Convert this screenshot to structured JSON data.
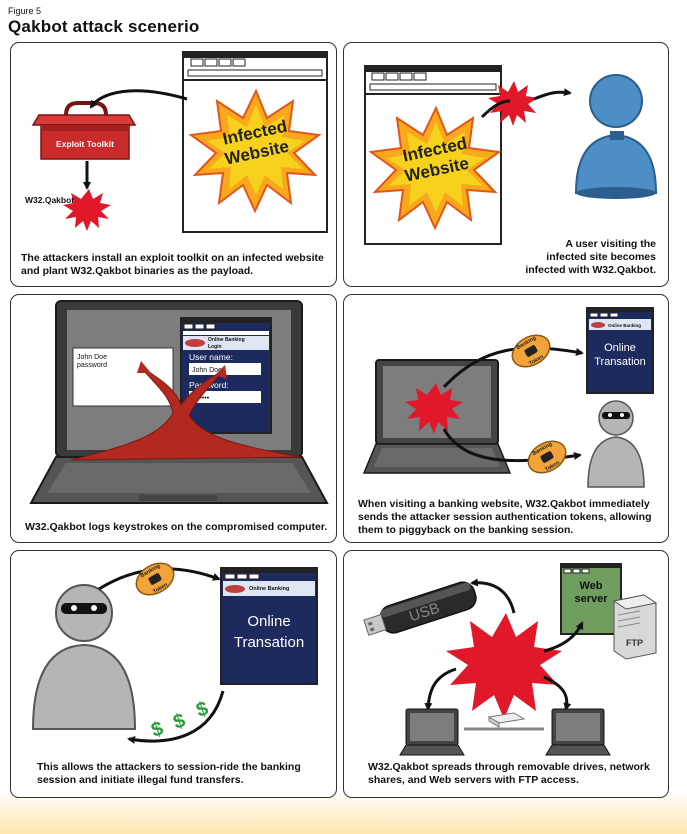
{
  "figure_label": "Figure 5",
  "title": "Qakbot attack scenerio",
  "colors": {
    "threat_red": "#e0182a",
    "toolkit_red": "#c92a2a",
    "user_blue": "#4d8ec6",
    "attacker_gray": "#b5b5b5",
    "navy": "#1d2a5e",
    "token_orange": "#f2a33a",
    "dollar_green": "#2f9a3c",
    "burst_yellow": "#f7d21c"
  },
  "panel1": {
    "burst_line1": "Infected",
    "burst_line2": "Website",
    "toolkit_label": "Exploit Toolkit",
    "malware_label": "W32.Qakbot",
    "caption_line1": "The attackers install an exploit toolkit on an infected website",
    "caption_line2": "and plant W32.Qakbot binaries as the payload."
  },
  "panel2": {
    "burst_line1": "Infected",
    "burst_line2": "Website",
    "caption_line1": "A user visiting the",
    "caption_line2": "infected site becomes",
    "caption_line3": "infected with W32.Qakbot."
  },
  "panel3": {
    "notepad_line1": "John Doe",
    "notepad_line2": "password",
    "banner_line1": "Online Banking",
    "banner_line2": "Login",
    "username_label": "User name:",
    "username_value": "John Doe",
    "password_label": "Password:",
    "password_value": "•••••••",
    "caption": "W32.Qakbot logs keystrokes on the compromised computer."
  },
  "panel4": {
    "token_line1": "Banking",
    "token_line2": "Token",
    "banner": "Online Banking",
    "window_line1": "Online",
    "window_line2": "Transation",
    "caption_line1": "When visiting a banking website, W32.Qakbot immediately",
    "caption_line2": "sends the attacker session authentication tokens, allowing",
    "caption_line3": "them to piggyback on the banking session."
  },
  "panel5": {
    "token_line1": "Banking",
    "token_line2": "Token",
    "banner": "Online Banking",
    "window_line1": "Online",
    "window_line2": "Transation",
    "dollar": "$",
    "caption_line1": "This allows the attackers to session-ride the banking",
    "caption_line2": "session and initiate illegal fund transfers."
  },
  "panel6": {
    "usb_label": "USB",
    "server_line1": "Web",
    "server_line2": "server",
    "ftp_label": "FTP",
    "caption_line1": "W32.Qakbot spreads through removable drives, network",
    "caption_line2": "shares, and Web servers with FTP access."
  }
}
